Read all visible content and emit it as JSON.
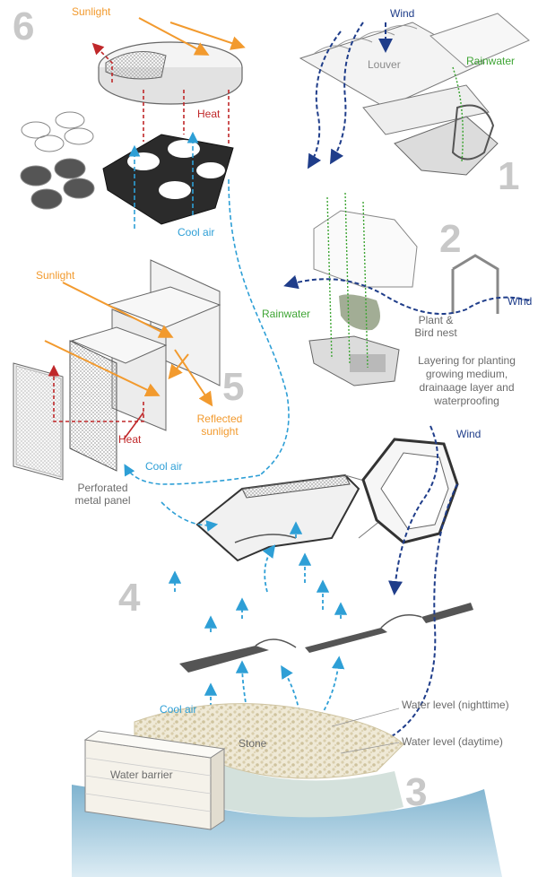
{
  "colors": {
    "orange": "#f29a2e",
    "red": "#c0282a",
    "blue": "#2e9fd6",
    "navy": "#1f3d8a",
    "green": "#3fa535",
    "gray": "#6b6b6b",
    "section_number": "#c8c8c8",
    "water": "#8fbfd6"
  },
  "sections": [
    {
      "number": "1"
    },
    {
      "number": "2"
    },
    {
      "number": "3"
    },
    {
      "number": "4"
    },
    {
      "number": "5"
    },
    {
      "number": "6"
    }
  ],
  "labels": {
    "sunlight_top": "Sunlight",
    "heat_top": "Heat",
    "cool_air_top": "Cool air",
    "wind_top": "Wind",
    "louver": "Louver",
    "rainwater_top": "Rainwater",
    "rainwater_mid": "Rainwater",
    "wind_mid": "Wind",
    "plant_bird": "Plant &\nBird nest",
    "layering": "Layering for planting\ngrowing medium,\ndrainaage layer and\nwaterproofing",
    "sunlight_mid": "Sunlight",
    "heat_mid": "Heat",
    "reflected": "Reflected\nsunlight",
    "cool_air_mid": "Cool air",
    "perforated": "Perforated\nmetal panel",
    "wind_right": "Wind",
    "cool_air_low": "Cool air",
    "stone": "Stone",
    "water_night": "Water level (nighttime)",
    "water_day": "Water level (daytime)",
    "water_barrier": "Water barrier"
  }
}
